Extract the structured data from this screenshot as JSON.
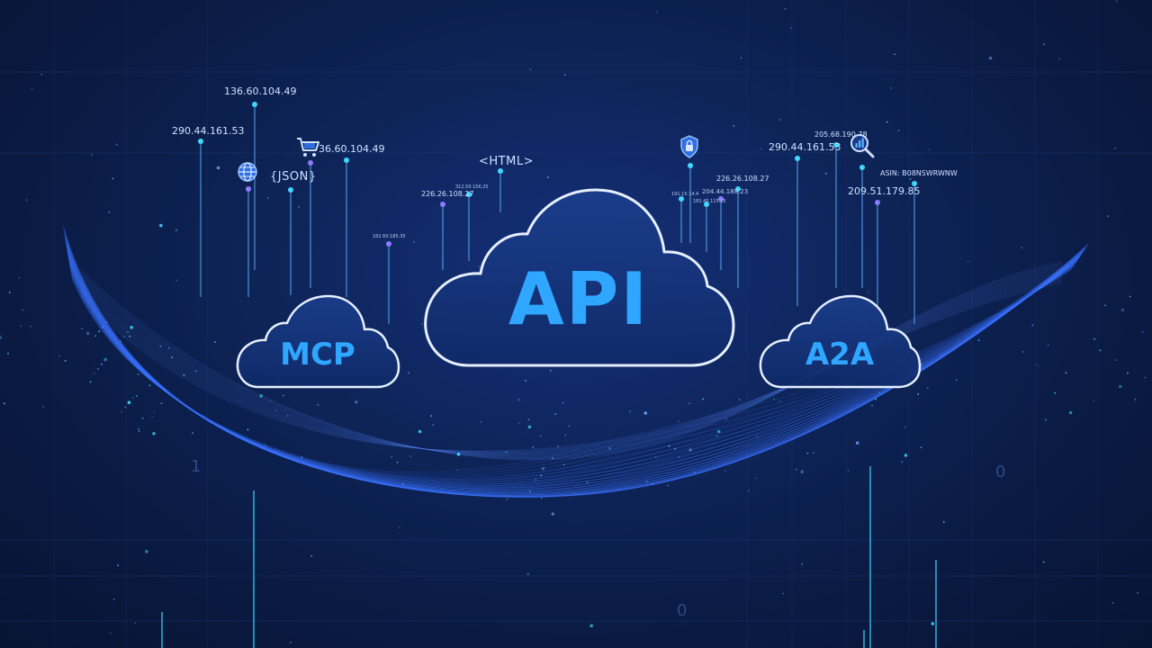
{
  "scene": {
    "background_color": "#0a1a3d",
    "accent_color": "#2fa6ff",
    "glow_color": "#3fd7ff"
  },
  "clouds": {
    "api": "API",
    "mcp": "MCP",
    "a2a": "A2A"
  },
  "labels": {
    "ip_top_left": "136.60.104.49",
    "ip_left": "290.44.161.53",
    "ip_cart": "36.60.104.49",
    "json": "{JSON}",
    "html": "<HTML>",
    "ip_mid_left": "226.26.108.27",
    "ip_small_center": "312.50.156.25",
    "ip_small_left": "182.60.185.35",
    "ip_mid_right": "226.26.108.27",
    "ip_mid_right_2": "204.44.188.23",
    "ip_small_right_a": "191.15.14.4",
    "ip_small_right_b": "181.45.115.15",
    "ip_right": "290.44.161.53",
    "ip_top_right": "205.68.190.78",
    "asin": "ASIN: B08NSWRWNW",
    "ip_far_right": "209.51.179.85",
    "digit_right": "0",
    "digit_bottom": "0",
    "digit_left": "1"
  },
  "icons": {
    "globe": "globe-icon",
    "cart": "shopping-cart-icon",
    "shield": "shield-lock-icon",
    "search": "search-analytics-icon"
  }
}
